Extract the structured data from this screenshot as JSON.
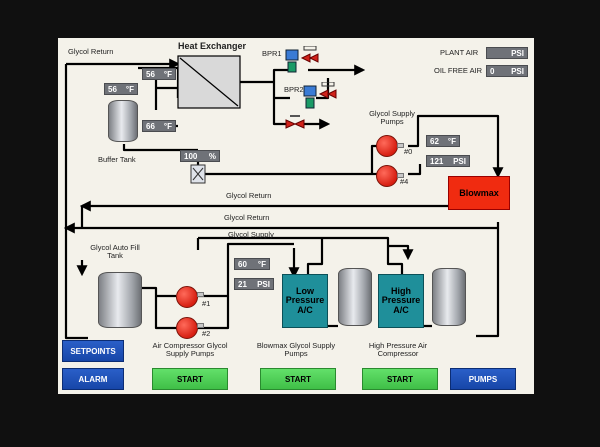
{
  "header": {
    "title": "Heat Exchanger",
    "plant_air_label": "PLANT AIR",
    "plant_air_unit": "PSI",
    "oil_free_air_label": "OIL FREE AIR",
    "oil_free_air_value": "0",
    "oil_free_air_unit": "PSI"
  },
  "labels": {
    "glycol_return_top": "Glycol Return",
    "bpr1": "BPR1",
    "bpr2": "BPR2",
    "buffer_tank": "Buffer Tank",
    "glycol_supply_pumps": "Glycol Supply Pumps",
    "pump_0": "#0",
    "pump_4": "#4",
    "glycol_return_mid": "Glycol Return",
    "glycol_return_low": "Glycol Return",
    "glycol_supply": "Glycol Supply",
    "autofill_tank": "Glycol Auto Fill Tank",
    "pump_1": "#1",
    "pump_2": "#2",
    "air_comp_pumps": "Air Compressor Glycol Supply Pumps",
    "blowmax_pumps": "Blowmax Glycol Supply Pumps",
    "hp_air_comp": "High Pressure Air Compressor"
  },
  "readouts": {
    "hx_temp": {
      "value": "56",
      "unit": "°F"
    },
    "buffer_top_temp": {
      "value": "56",
      "unit": "°F"
    },
    "buffer_bottom_temp": {
      "value": "66",
      "unit": "°F"
    },
    "valve_pct": {
      "value": "100",
      "unit": "%"
    },
    "supply_temp": {
      "value": "62",
      "unit": "°F"
    },
    "supply_psi": {
      "value": "121",
      "unit": "PSI"
    },
    "aircomp_temp": {
      "value": "60",
      "unit": "°F"
    },
    "aircomp_psi": {
      "value": "21",
      "unit": "PSI"
    }
  },
  "equipment": {
    "blowmax": "Blowmax",
    "low_pressure_ac": "Low Pressure A/C",
    "high_pressure_ac": "High Pressure A/C"
  },
  "buttons": {
    "setpoints": "SETPOINTS",
    "alarm": "ALARM",
    "start_1": "START",
    "start_2": "START",
    "start_3": "START",
    "pumps": "PUMPS"
  }
}
